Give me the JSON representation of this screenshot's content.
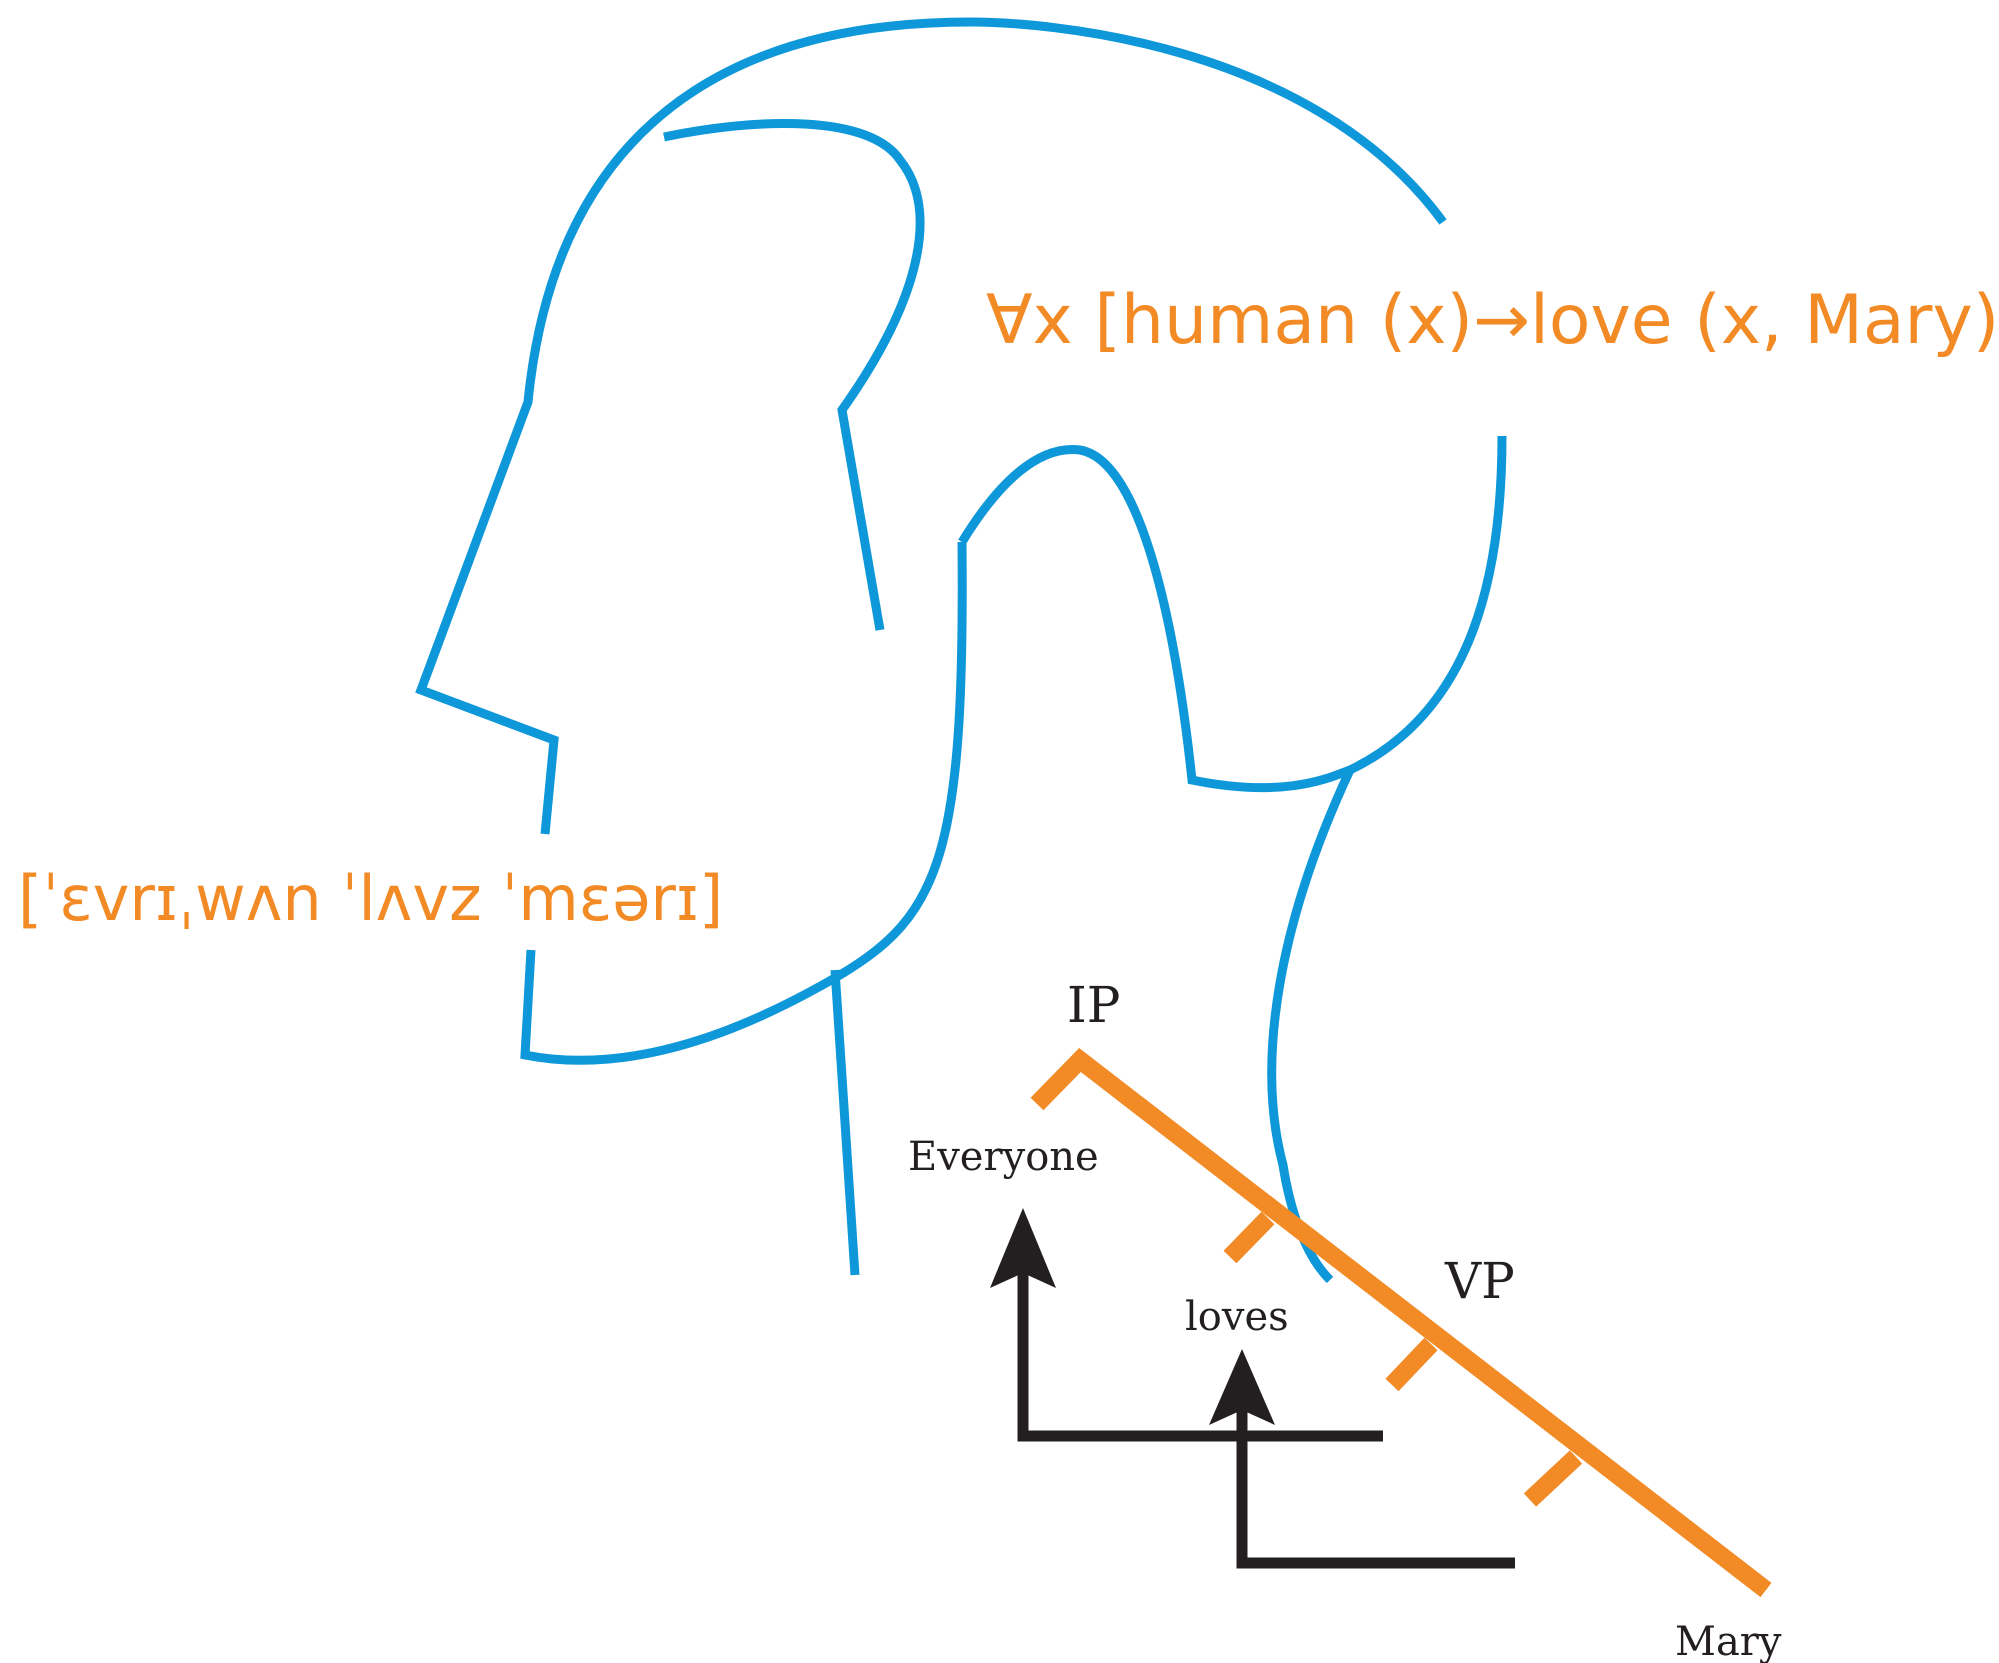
{
  "colors": {
    "head_outline": "#0e98d9",
    "accent": "#f28a25",
    "arrow": "#231f20",
    "background": "#ffffff"
  },
  "semantic_formula": "∀x [human (x)→love (x, Mary)]",
  "phonetic_transcription": "[ˈɛvrɪˌwʌn ˈlʌvz ˈmɛərɪ]",
  "tree": {
    "top_node": "IP",
    "verb_phrase_node": "VP",
    "subject": "Everyone",
    "verb": "loves",
    "object": "Mary"
  }
}
